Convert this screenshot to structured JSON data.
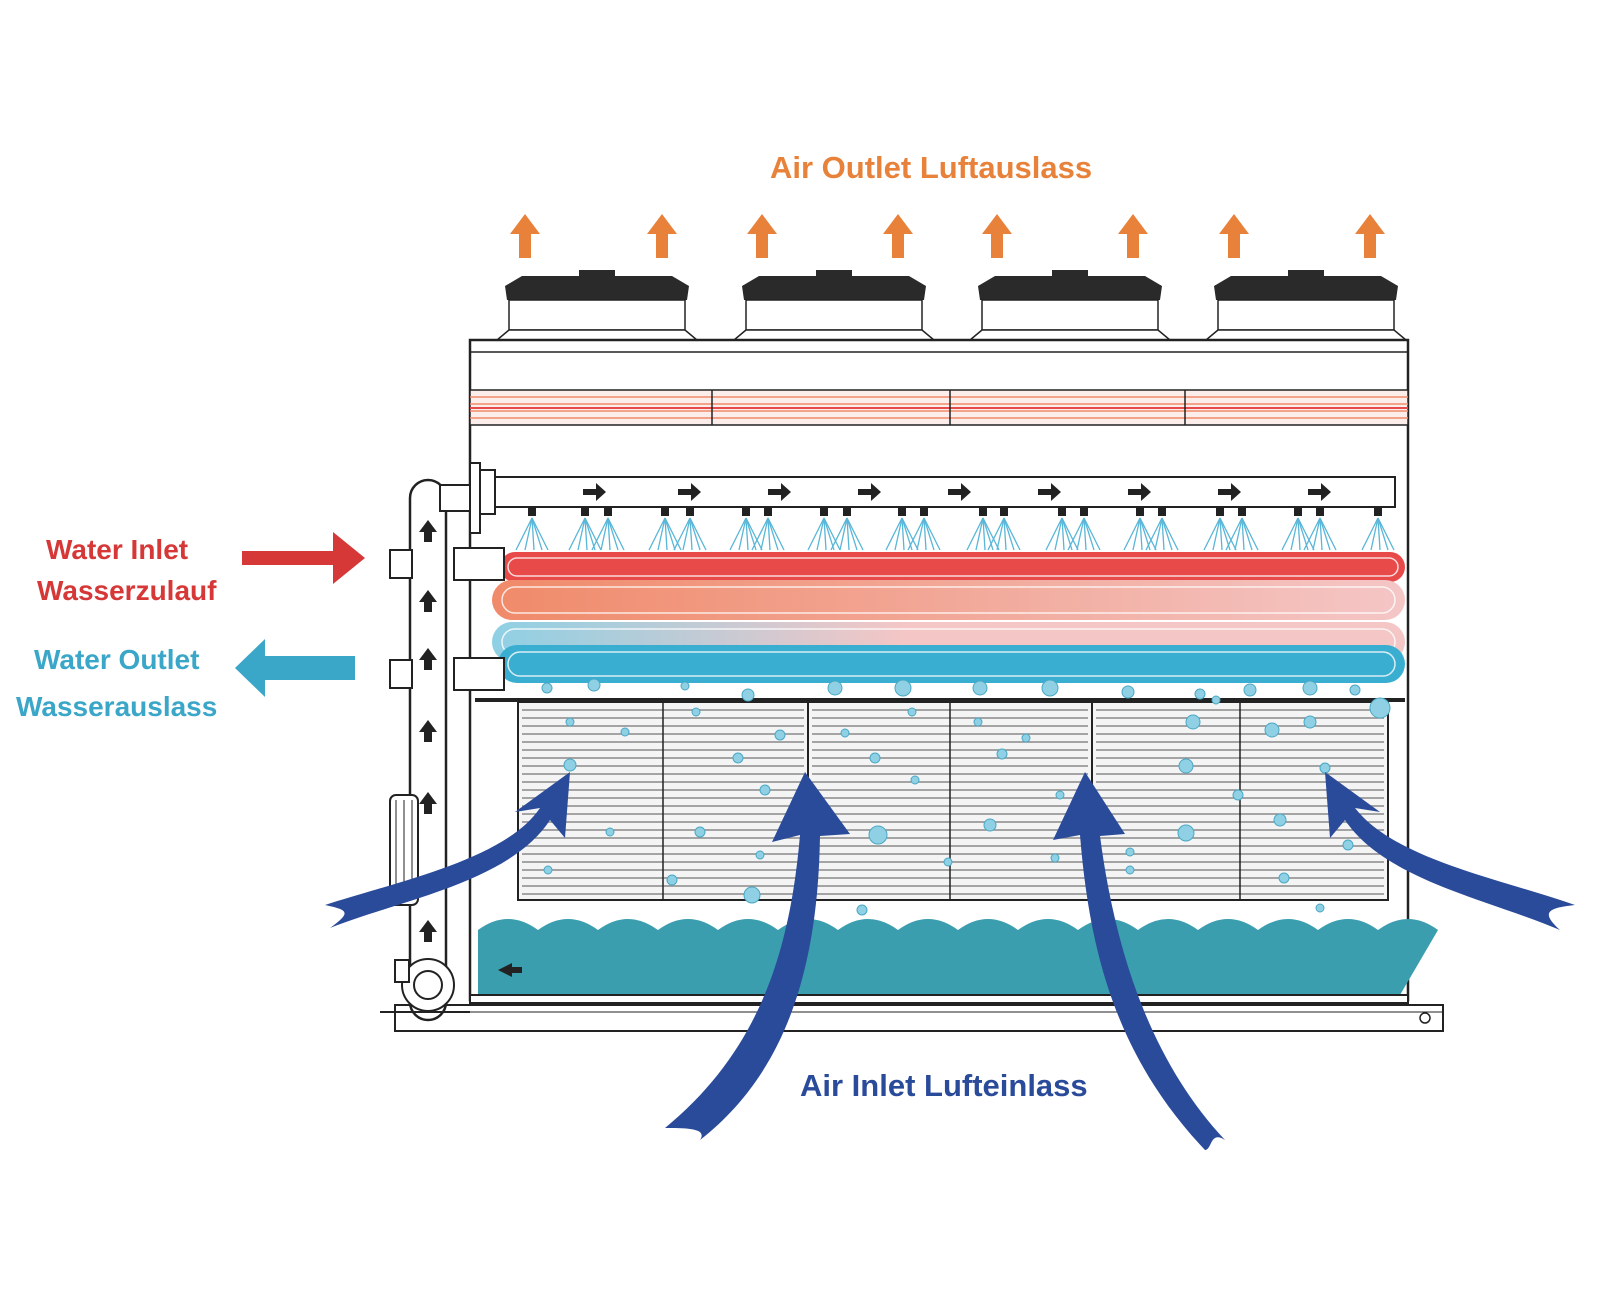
{
  "labels": {
    "air_outlet": "Air Outlet Luftauslass",
    "air_inlet": "Air Inlet Lufteinlass",
    "water_inlet_en": "Water Inlet",
    "water_inlet_de": "Wasserzulauf",
    "water_outlet_en": "Water Outlet",
    "water_outlet_de": "Wasserauslass"
  },
  "colors": {
    "air_outlet": "#e8823a",
    "air_inlet": "#2a4a9a",
    "water_inlet": "#d63838",
    "water_outlet": "#3aa6c8",
    "basin_water": "#3a9eae",
    "coil_hot": "#e84a4a",
    "coil_warm": "#f08a6a",
    "coil_cool": "#f4c6c6",
    "coil_cold": "#3aaed0",
    "spray": "#5ab6d8",
    "droplet": "#8fd0e4",
    "frame": "#222222",
    "fan_lid": "#2a2a2a",
    "fill": "#8a8a8a"
  },
  "components": {
    "fans": 4,
    "spray_nozzles": 12,
    "fill_panels": 3,
    "coil_rows": 4,
    "pump": 1
  },
  "icons": {
    "air_outlet": "arrow-up-icon",
    "air_inlet": "curved-arrow-icon",
    "water_inlet": "arrow-right-icon",
    "water_outlet": "arrow-left-icon",
    "flow": "flow-arrow-icon"
  }
}
